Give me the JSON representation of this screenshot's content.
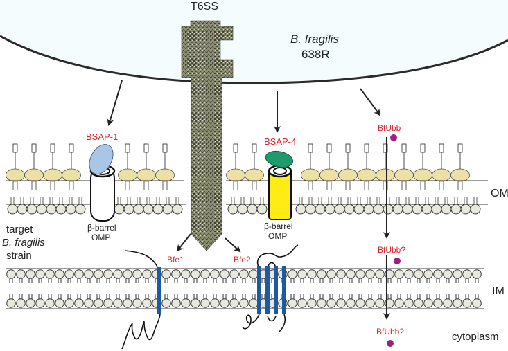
{
  "labels": {
    "t6ss": "T6SS",
    "species_italic": "B. fragilis",
    "strain": "638R",
    "bsap1": "BSAP-1",
    "bsap4": "BSAP-4",
    "bfubb": "BfUbb",
    "bfubb_q1": "BfUbb?",
    "bfubb_q2": "BfUbb?",
    "bfe1": "Bfe1",
    "bfe2": "Bfe2",
    "om": "OM",
    "im": "IM",
    "cytoplasm": "cytoplasm",
    "target": "target",
    "target_species": "B. fragilis",
    "target_strain": "strain",
    "barrel1_line1": "β-barrel",
    "barrel1_line2": "OMP",
    "barrel2_line1": "β-barrel",
    "barrel2_line2": "OMP"
  },
  "colors": {
    "red_label": "#e0262f",
    "lipid_head": "#ece0a4",
    "bilayer_head": "#e9e8dc",
    "bsap1": "#a9c6e6",
    "bsap4": "#1f9a6c",
    "barrel_yellow": "#ffec14",
    "helix_blue": "#1d5aa6",
    "bfubb_dot": "#9b1f84",
    "t6ss": "#8c8e74",
    "top_band": "#f4fcfd"
  }
}
